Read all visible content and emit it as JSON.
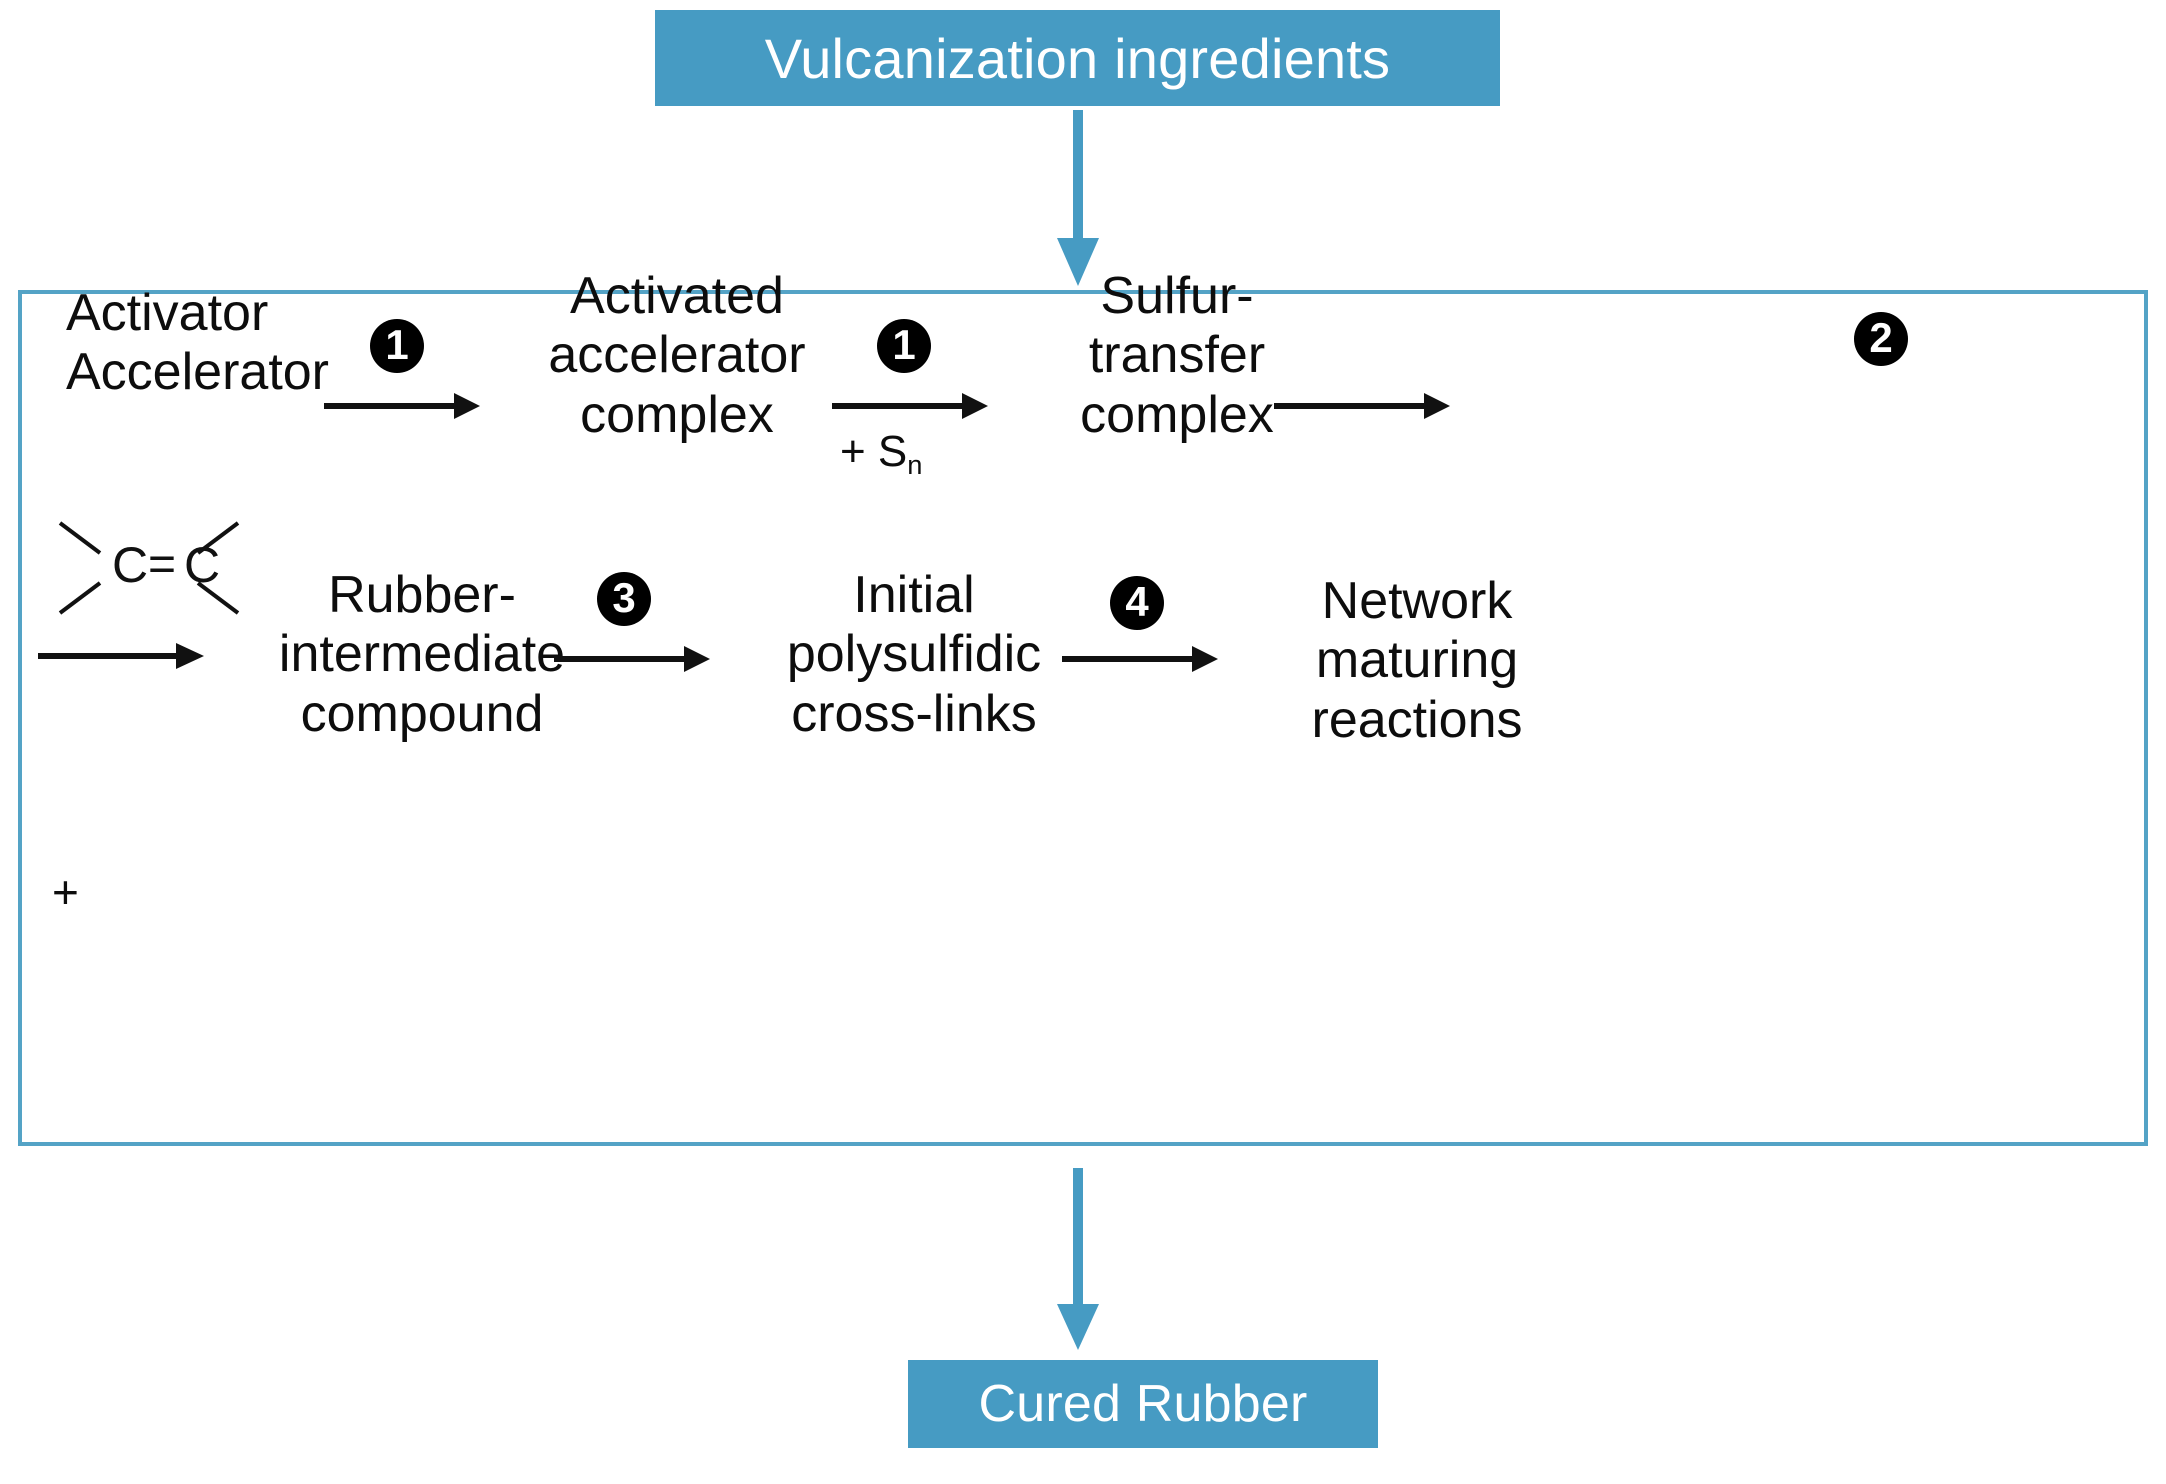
{
  "diagram": {
    "title_box": {
      "label": "Vulcanization ingredients"
    },
    "output_box": {
      "label": "Cured Rubber"
    },
    "colors": {
      "accent_blue": "#469bc3",
      "frame_border": "#54a3c6",
      "badge_fill": "#000000",
      "badge_text": "#ffffff",
      "text": "#0d0d0d",
      "background": "#ffffff"
    },
    "row1": {
      "species": [
        {
          "id": "activator-accelerator",
          "label": "Activator\nAccelerator"
        },
        {
          "id": "activated-accelerator-complex",
          "label": "Activated\naccelerator\ncomplex"
        },
        {
          "id": "sulfur-transfer-complex",
          "label": "Sulfur-\ntransfer\ncomplex"
        }
      ],
      "steps": [
        {
          "badge": "1",
          "sub_label": ""
        },
        {
          "badge": "1",
          "sub_label": "+ S",
          "sub_label_subscript": "n"
        },
        {
          "badge": "2",
          "sub_label": ""
        }
      ]
    },
    "row2": {
      "reactant_structure": {
        "id": "alkene-double-bond",
        "plus": "+",
        "atom_left": "C",
        "bond": "=",
        "atom_right": "C"
      },
      "species": [
        {
          "id": "rubber-intermediate-compound",
          "label": "Rubber-\nintermediate\ncompound"
        },
        {
          "id": "initial-polysulfidic-cross-links",
          "label": "Initial\npolysulfidic\ncross-links"
        },
        {
          "id": "network-maturing-reactions",
          "label": "Network\nmaturing\nreactions"
        }
      ],
      "steps": [
        {
          "badge": "3",
          "sub_label": ""
        },
        {
          "badge": "4",
          "sub_label": ""
        }
      ]
    },
    "connectors": [
      {
        "id": "ingredients-to-frame",
        "direction": "down"
      },
      {
        "id": "frame-to-cured-rubber",
        "direction": "down"
      }
    ]
  }
}
